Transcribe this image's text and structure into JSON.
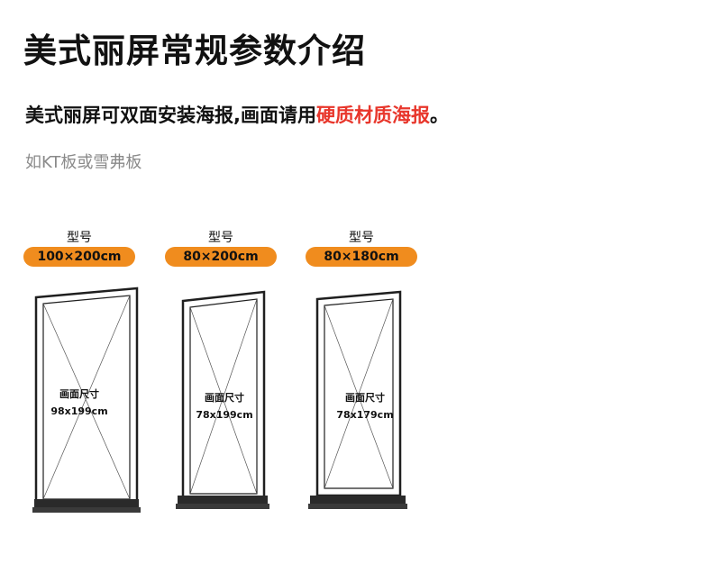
{
  "header": {
    "title": "美式丽屏常规参数介绍",
    "desc_prefix": "美式丽屏可双面安装海报,画面请用",
    "desc_highlight": "硬质材质海报",
    "desc_suffix": "。",
    "sub": "如KT板或雪弗板"
  },
  "colors": {
    "accent": "#f08c1e",
    "highlight": "#e8362b",
    "frame": "#1f1f1f"
  },
  "models": [
    {
      "label": "型号",
      "size": "100×200cm",
      "area_label": "画面尺寸",
      "area_size": "98x199cm"
    },
    {
      "label": "型号",
      "size": "80×200cm",
      "area_label": "画面尺寸",
      "area_size": "78x199cm"
    },
    {
      "label": "型号",
      "size": "80×180cm",
      "area_label": "画面尺寸",
      "area_size": "78x179cm"
    }
  ]
}
